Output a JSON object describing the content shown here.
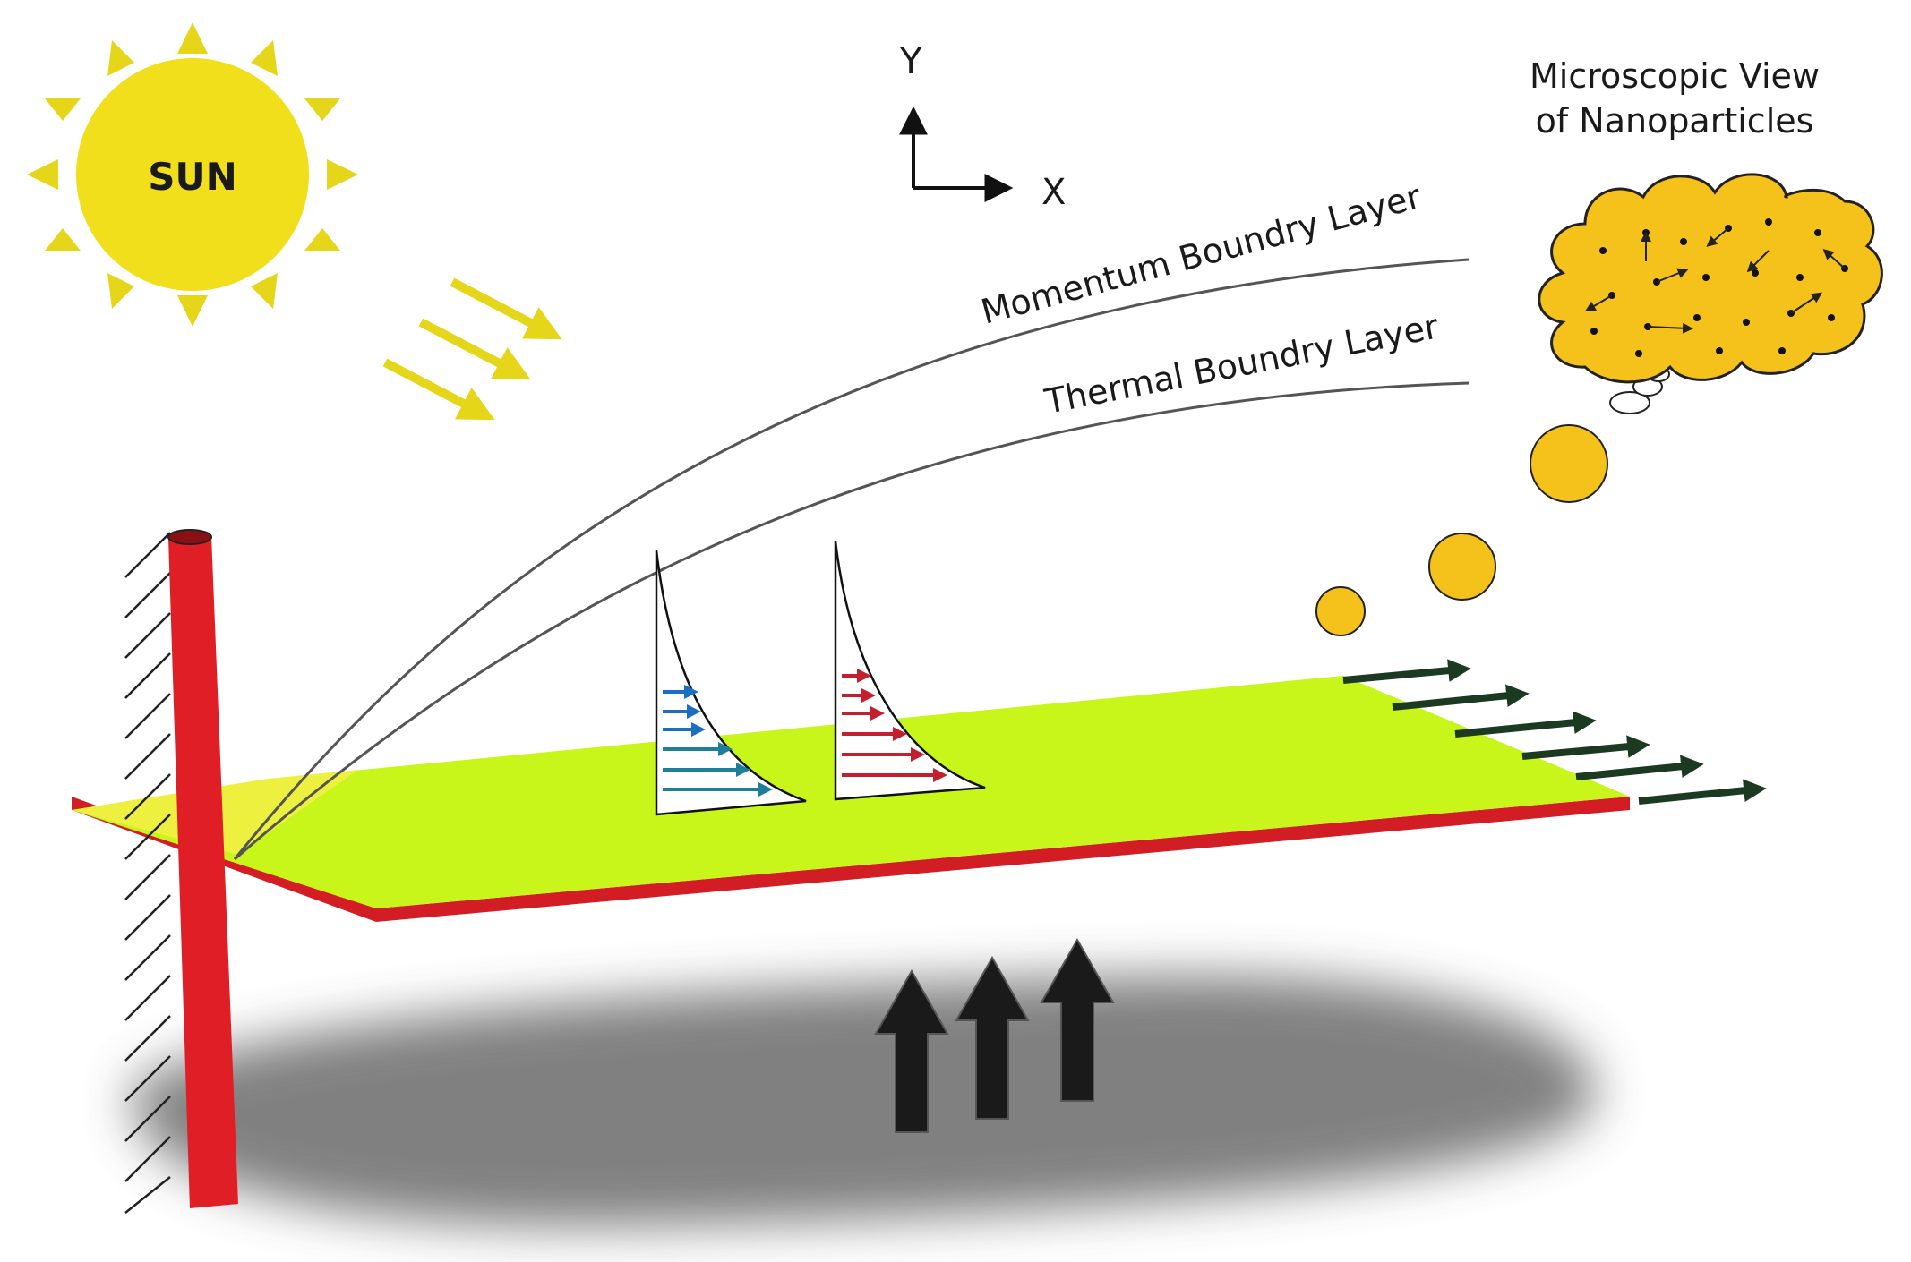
{
  "sun": {
    "label": "SUN"
  },
  "axes": {
    "y_label": "Y",
    "x_label": "X"
  },
  "layers": {
    "momentum": "Momentum Boundry Layer",
    "thermal": "Thermal Boundry Layer"
  },
  "microscopic": {
    "line1": "Microscopic View",
    "line2": "of Nanoparticles"
  },
  "colors": {
    "sun": "#f1df1c",
    "sun_rays": "#e6d61a",
    "plate_top": "#c8f51a",
    "plate_edge": "#d21d24",
    "rod": "#e01e26",
    "velocity_arrows": "#1f7f9a",
    "velocity_arrows_upper": "#1b6fc0",
    "thermal_arrows": "#c2202e",
    "particle": "#f5c21c",
    "flow_arrows": "#1c3a22",
    "heat_arrows": "#1a1a1a"
  }
}
